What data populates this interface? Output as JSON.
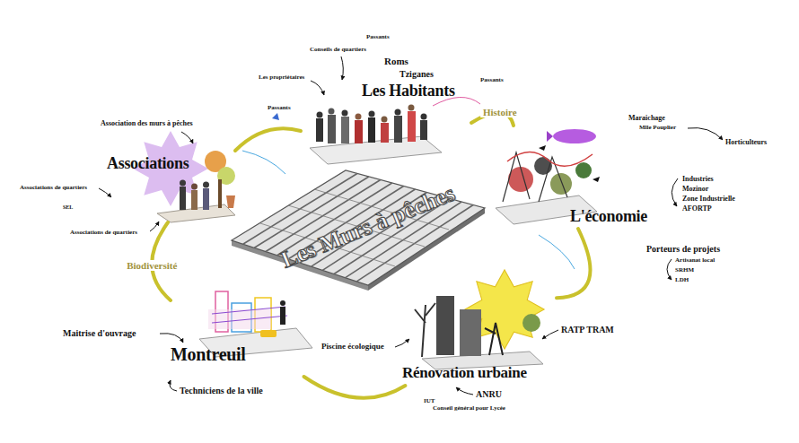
{
  "diagram": {
    "nodes": [
      {
        "text": [
          "Les Habitants"
        ]
      },
      {
        "text": [
          "Associations"
        ]
      },
      {
        "text": [
          "L'économie"
        ]
      },
      {
        "text": [
          "Les Murs à pêches"
        ]
      },
      {
        "text": [
          "Montreuil"
        ]
      },
      {
        "text": [
          "Rénovation urbaine"
        ]
      }
    ],
    "edges": [
      {
        "from": 0,
        "to": 2,
        "arrow": "none",
        "label": "Histoire"
      },
      {
        "from": 2,
        "to": 5,
        "arrow": "none"
      },
      {
        "from": 5,
        "to": 4,
        "arrow": "none"
      },
      {
        "from": 4,
        "to": 1,
        "arrow": "none",
        "label": "Biodiversité"
      },
      {
        "from": 1,
        "to": 0,
        "arrow": "none"
      }
    ],
    "labels": [
      "Passants",
      "Conseils de quartiers",
      "Roms",
      "Les propriétaires",
      "Tziganes",
      "Passants",
      "Passants",
      "Association des murs à pêches",
      "Associations de quartiers",
      "SEL",
      "Associations de quartiers",
      "Maraichage",
      "Mlle Pouplier",
      "Horticulteurs",
      "Industries",
      "Mozinor",
      "Zone Industrielle",
      "AFORTP",
      "Porteurs de projets",
      "Artisanat local",
      "SRHM",
      "LDH",
      "Maitrise d'ouvrage",
      "Techniciens de la ville",
      "Piscine écologique",
      "RATP TRAM",
      "IUT",
      "ANRU",
      "Conseil général pour Lycée"
    ]
  }
}
